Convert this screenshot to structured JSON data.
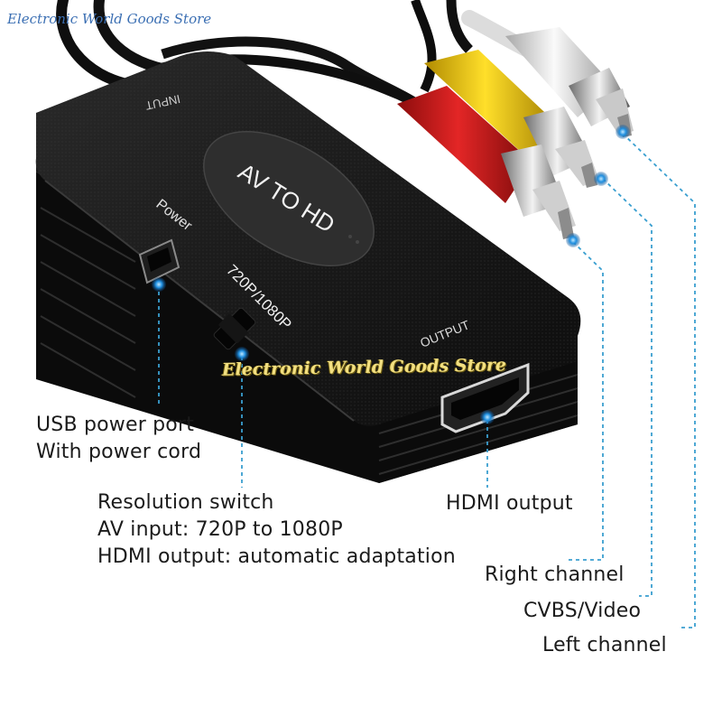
{
  "watermark": {
    "top": "Electronic World Goods Store",
    "center": "Electronic World Goods Store"
  },
  "device": {
    "badge": "AV TO HD",
    "input_label": "INPUT",
    "output_label": "OUTPUT",
    "power_label": "Power",
    "resolution_label": "720P/1080P"
  },
  "callouts": {
    "usb_line1": "USB power port",
    "usb_line2": "With power cord",
    "resolution_line1": "Resolution switch",
    "resolution_line2": "AV input: 720P to 1080P",
    "resolution_line3": "HDMI output: automatic adaptation",
    "hdmi": "HDMI output",
    "right_channel": "Right channel",
    "video": "CVBS/Video",
    "left_channel": "Left channel"
  },
  "colors": {
    "body": "#141414",
    "rca_red": "#d11f1f",
    "rca_yellow": "#f1cd13",
    "rca_white": "#e6e6e6",
    "leader_line": "#3a9fd0",
    "dot": "#1f8fe0"
  }
}
